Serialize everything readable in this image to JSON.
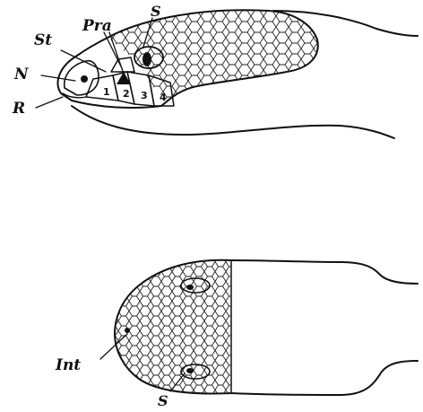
{
  "figure": {
    "top": {
      "labels": {
        "st": "St",
        "pra": "Pra",
        "s": "S",
        "n": "N",
        "r": "R"
      },
      "labial_numbers": [
        "1",
        "2",
        "3",
        "4"
      ]
    },
    "bottom": {
      "labels": {
        "int": "Int",
        "s": "S"
      }
    },
    "ink_color": "#111111",
    "paper_color": "#ffffff"
  }
}
